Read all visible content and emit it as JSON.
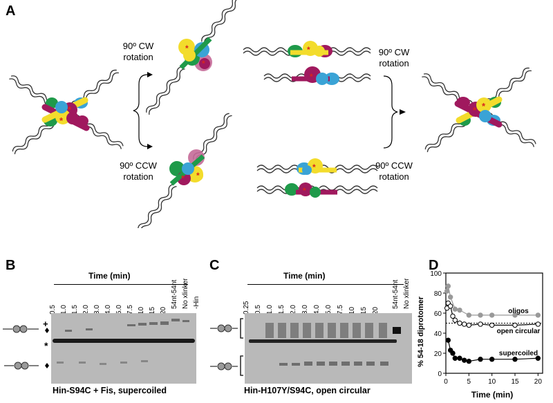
{
  "panelA": {
    "letter": "A",
    "cw_left": "90º CW\nrotation",
    "ccw_left": "90º CCW\nrotation",
    "cw_right": "90º CW\nrotation",
    "ccw_right": "90º CCW\nrotation",
    "homo_title": "homo-diprotomer\ncrosslinks",
    "hetero_title": "hetero-diprotomer\ncrosslinks",
    "colors": {
      "yellow": "#f3dc2c",
      "magenta": "#a0195e",
      "blue": "#3aa3d6",
      "green": "#1f9a4a",
      "star": "#d7261e",
      "box": "#dcdcdc"
    }
  },
  "panelB": {
    "letter": "B",
    "time_label": "Time (min)",
    "lanes": [
      "0.5",
      "1.0",
      "1.5",
      "2.0",
      "3.0",
      "4.0",
      "5.0",
      "7.5",
      "10",
      "15",
      "20",
      "54nt-54nt",
      "No xlinker",
      "-Hin"
    ],
    "mark_plus": "+",
    "mark_star": "*",
    "caption": "Hin-S94C + Fis, supercoiled"
  },
  "panelC": {
    "letter": "C",
    "time_label": "Time (min)",
    "lanes": [
      "0.25",
      "0.5",
      "1.0",
      "1.5",
      "2.0",
      "3.0",
      "4.0",
      "5.0",
      "7.5",
      "10",
      "15",
      "20",
      "54nt-54nt",
      "No xlinker"
    ],
    "caption": "Hin-H107Y/S94C, open circular"
  },
  "panelD": {
    "letter": "D",
    "chart_data": {
      "type": "scatter",
      "xlabel": "Time (min)",
      "ylabel": "% 54-18 diprotomer",
      "xlim": [
        0,
        21
      ],
      "ylim": [
        0,
        100
      ],
      "xticks": [
        0,
        5,
        10,
        15,
        20
      ],
      "yticks": [
        0,
        20,
        40,
        60,
        80,
        100
      ],
      "reference_line": 50,
      "series": [
        {
          "name": "oligos",
          "color": "#999999",
          "fill": "#999999",
          "x": [
            0.25,
            0.5,
            1,
            2,
            3,
            5,
            7.5,
            10,
            15,
            20
          ],
          "y": [
            82,
            87,
            76,
            64,
            63,
            58,
            58,
            58,
            58,
            58
          ]
        },
        {
          "name": "open circular",
          "color": "#000000",
          "fill": "#ffffff",
          "x": [
            0.25,
            0.5,
            1,
            1.5,
            2,
            3,
            4,
            5,
            7.5,
            10,
            15,
            20
          ],
          "y": [
            65,
            70,
            67,
            57,
            53,
            50,
            49,
            48,
            49,
            48,
            48,
            49
          ]
        },
        {
          "name": "supercoiled",
          "color": "#000000",
          "fill": "#000000",
          "x": [
            0.5,
            1,
            1.5,
            2,
            3,
            4,
            5,
            7.5,
            10,
            15,
            20
          ],
          "y": [
            33,
            23,
            20,
            15,
            15,
            13,
            12,
            14,
            14,
            14,
            15
          ]
        }
      ]
    }
  }
}
